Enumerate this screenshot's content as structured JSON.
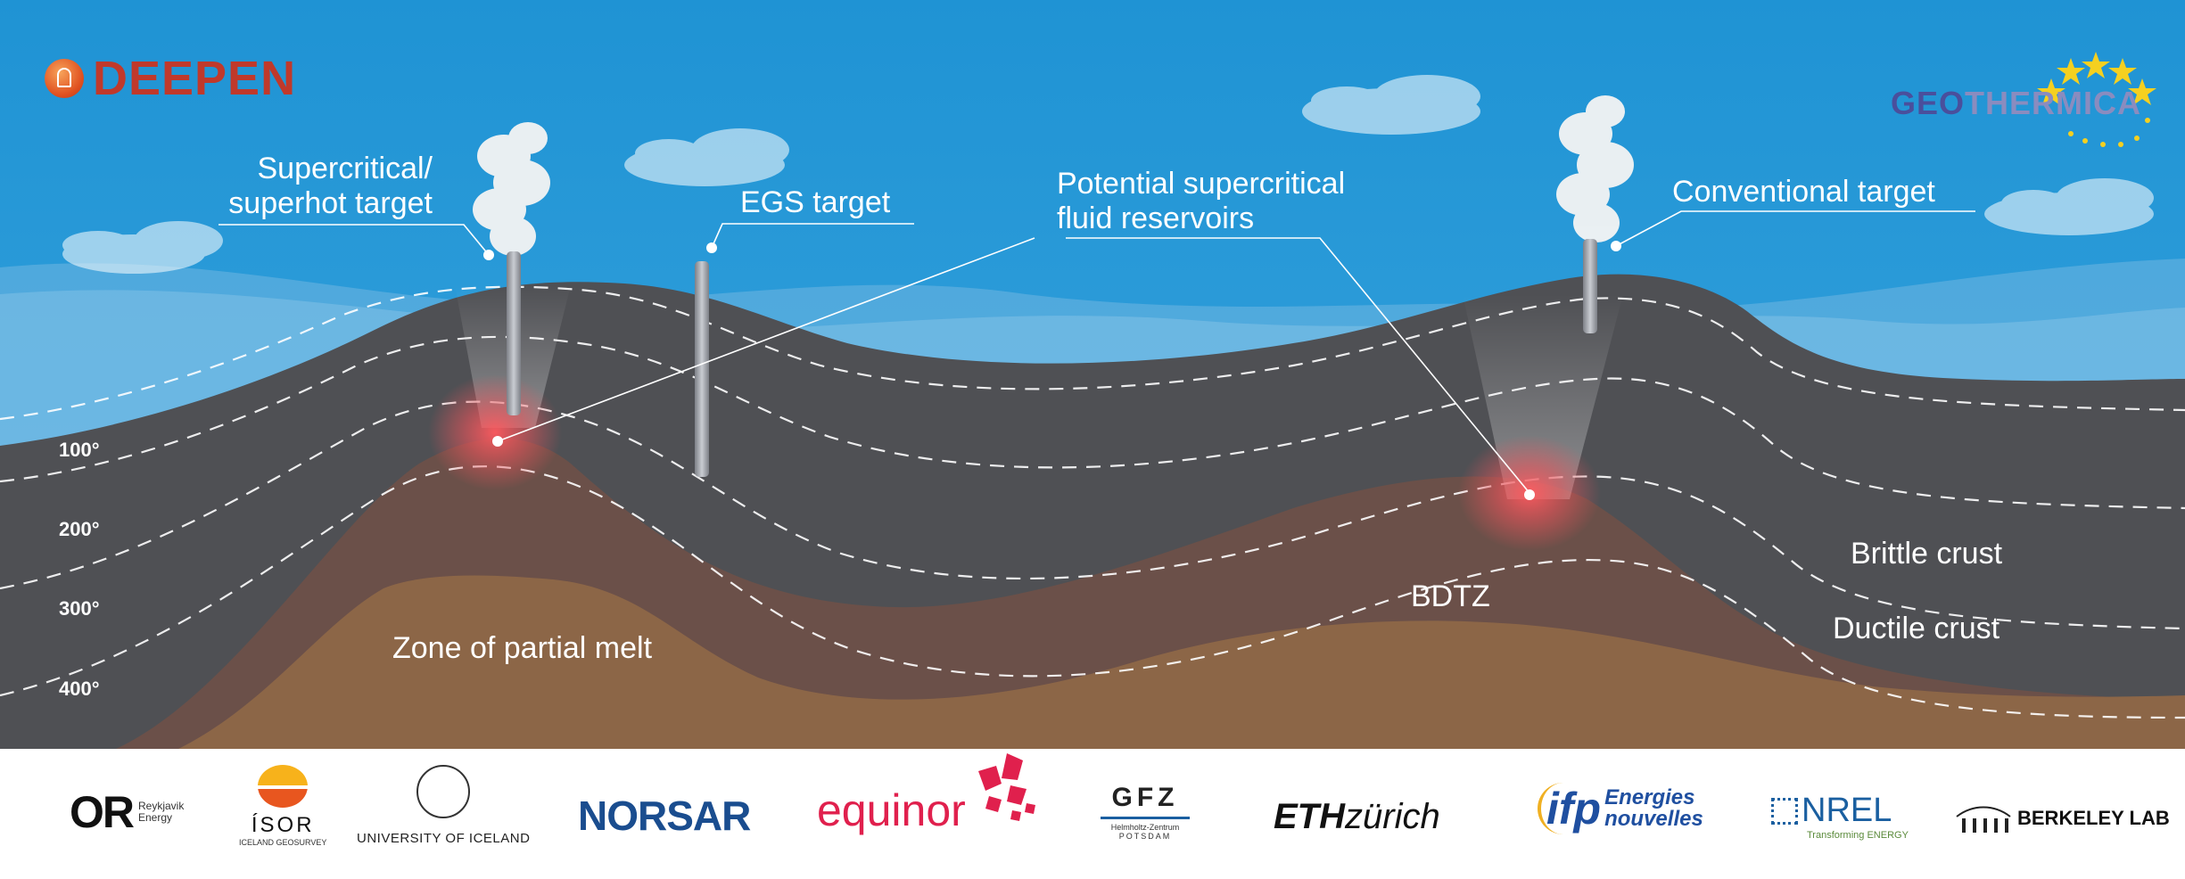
{
  "header": {
    "logo_left": "DEEPEN",
    "logo_right_part1": "GEO",
    "logo_right_part2": "THERMICA"
  },
  "callouts": {
    "supercritical_line1": "Supercritical/",
    "supercritical_line2": "superhot target",
    "egs": "EGS target",
    "potential_line1": "Potential supercritical",
    "potential_line2": "fluid reservoirs",
    "conventional": "Conventional target"
  },
  "layers": {
    "brittle": "Brittle crust",
    "ductile": "Ductile crust",
    "bdtz": "BDTZ",
    "melt": "Zone of partial melt"
  },
  "isotherms": [
    "100°",
    "200°",
    "300°",
    "400°"
  ],
  "partners": {
    "or_main": "OR",
    "or_sub1": "Reykjavik",
    "or_sub2": "Energy",
    "isor_main": "ÍSOR",
    "isor_sub": "ICELAND GEOSURVEY",
    "ui": "UNIVERSITY OF ICELAND",
    "norsar": "NORSAR",
    "equinor": "equinor",
    "gfz": "GFZ",
    "gfz_sub1": "Helmholtz-Zentrum",
    "gfz_sub2": "POTSDAM",
    "eth_a": "ETH",
    "eth_b": "zürich",
    "ifp_a": "ifp",
    "ifp_b1": "Energies",
    "ifp_b2": "nouvelles",
    "nrel": "NREL",
    "nrel_sub": "Transforming ENERGY",
    "berkeley": "BERKELEY LAB"
  },
  "colors": {
    "sky": "#1e8fd0",
    "brittle_crust": "#4f5054",
    "ductile_crust": "#6b5049",
    "melt_zone": "#8c6647",
    "hot_spot": "#e8545a",
    "deepen_red": "#c0392b",
    "equinor_red": "#e0204d",
    "norsar_blue": "#1a4d8f",
    "ifp_blue": "#1f4fa0",
    "nrel_blue": "#1a5fa0"
  }
}
